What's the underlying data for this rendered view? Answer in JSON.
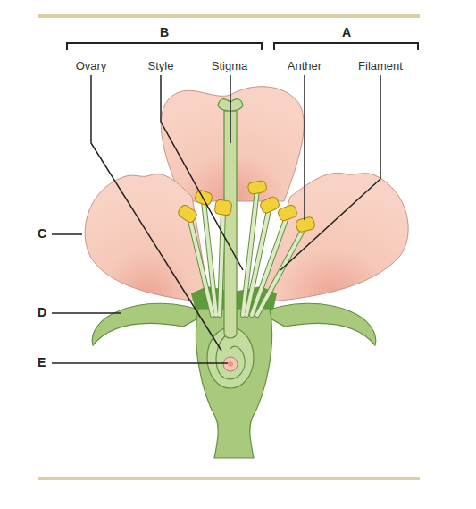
{
  "diagram": {
    "labels": [
      "B",
      "A",
      "Ovary",
      "Style",
      "Stigma",
      "Anther",
      "Filament",
      "C",
      "D",
      "E"
    ]
  }
}
